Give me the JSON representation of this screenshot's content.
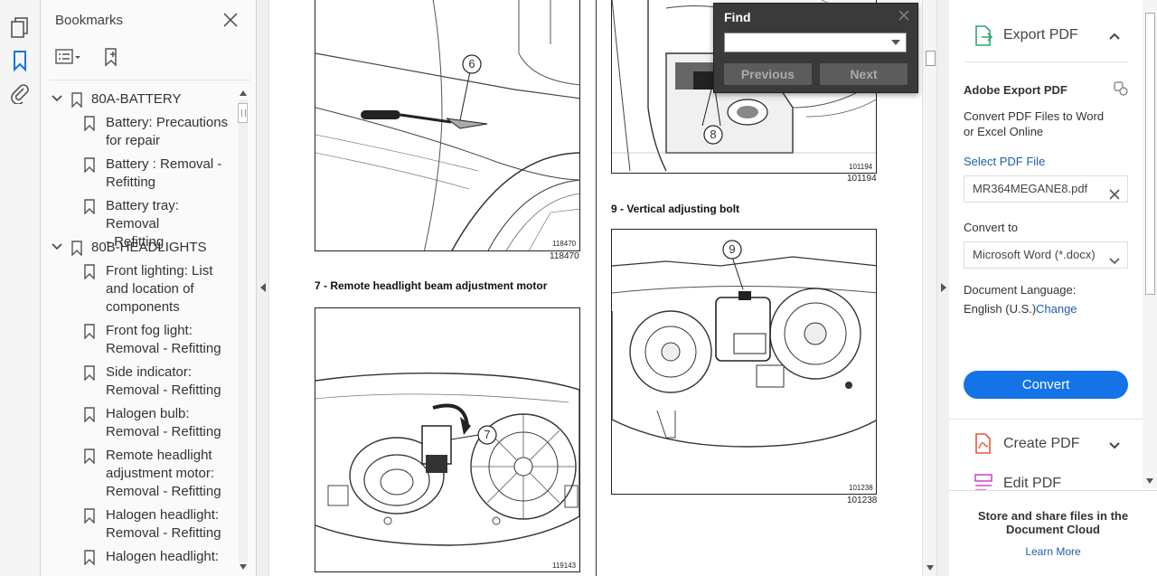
{
  "bookmarks": {
    "title": "Bookmarks",
    "items": [
      {
        "label_lines": [
          "80A-BATTERY"
        ],
        "level": 0
      },
      {
        "label_lines": [
          "Battery: Precautions",
          "for repair"
        ],
        "level": 1
      },
      {
        "label_lines": [
          "Battery : Removal -",
          "Refitting"
        ],
        "level": 1
      },
      {
        "label_lines": [
          "Battery tray: Removal",
          "- Refitting"
        ],
        "level": 1
      },
      {
        "label_lines": [
          "80B-HEADLIGHTS"
        ],
        "level": 0
      },
      {
        "label_lines": [
          "Front lighting: List",
          "and location of",
          "components"
        ],
        "level": 1
      },
      {
        "label_lines": [
          "Front fog light:",
          "Removal - Refitting"
        ],
        "level": 1
      },
      {
        "label_lines": [
          "Side indicator:",
          "Removal - Refitting"
        ],
        "level": 1
      },
      {
        "label_lines": [
          "Halogen bulb:",
          "Removal - Refitting"
        ],
        "level": 1
      },
      {
        "label_lines": [
          "Remote headlight",
          "adjustment motor:",
          "Removal - Refitting"
        ],
        "level": 1
      },
      {
        "label_lines": [
          "Halogen headlight:",
          "Removal - Refitting"
        ],
        "level": 1
      },
      {
        "label_lines": [
          "Halogen headlight:"
        ],
        "level": 1
      }
    ]
  },
  "document": {
    "fig1": {
      "callout": "6",
      "code": "118470",
      "ref": "118470"
    },
    "caption7": "7 - Remote headlight beam adjustment motor",
    "fig2": {
      "callout": "7",
      "code": "119143"
    },
    "fig3": {
      "callout": "8",
      "code": "101194",
      "ref": "101194"
    },
    "caption9": "9 - Vertical adjusting bolt",
    "fig4": {
      "callout": "9",
      "code": "101238",
      "ref": "101238"
    }
  },
  "find": {
    "title": "Find",
    "query": "",
    "previous_label": "Previous",
    "next_label": "Next"
  },
  "right_pane": {
    "export_title": "Export PDF",
    "section_title": "Adobe Export PDF",
    "desc_line1": "Convert PDF Files to Word",
    "desc_line2": "or Excel Online",
    "select_label": "Select PDF File",
    "file_name": "MR364MEGANE8.pdf",
    "convert_to_label": "Convert to",
    "format": "Microsoft Word (*.docx)",
    "language_label": "Document Language:",
    "language_value": "English (U.S.)",
    "change_link": "Change",
    "convert_button": "Convert",
    "create_pdf": "Create PDF",
    "edit_pdf": "Edit PDF",
    "store_line1": "Store and share files in the",
    "store_line2": "Document Cloud",
    "learn_more": "Learn More",
    "accent_color": "#1473e6"
  }
}
